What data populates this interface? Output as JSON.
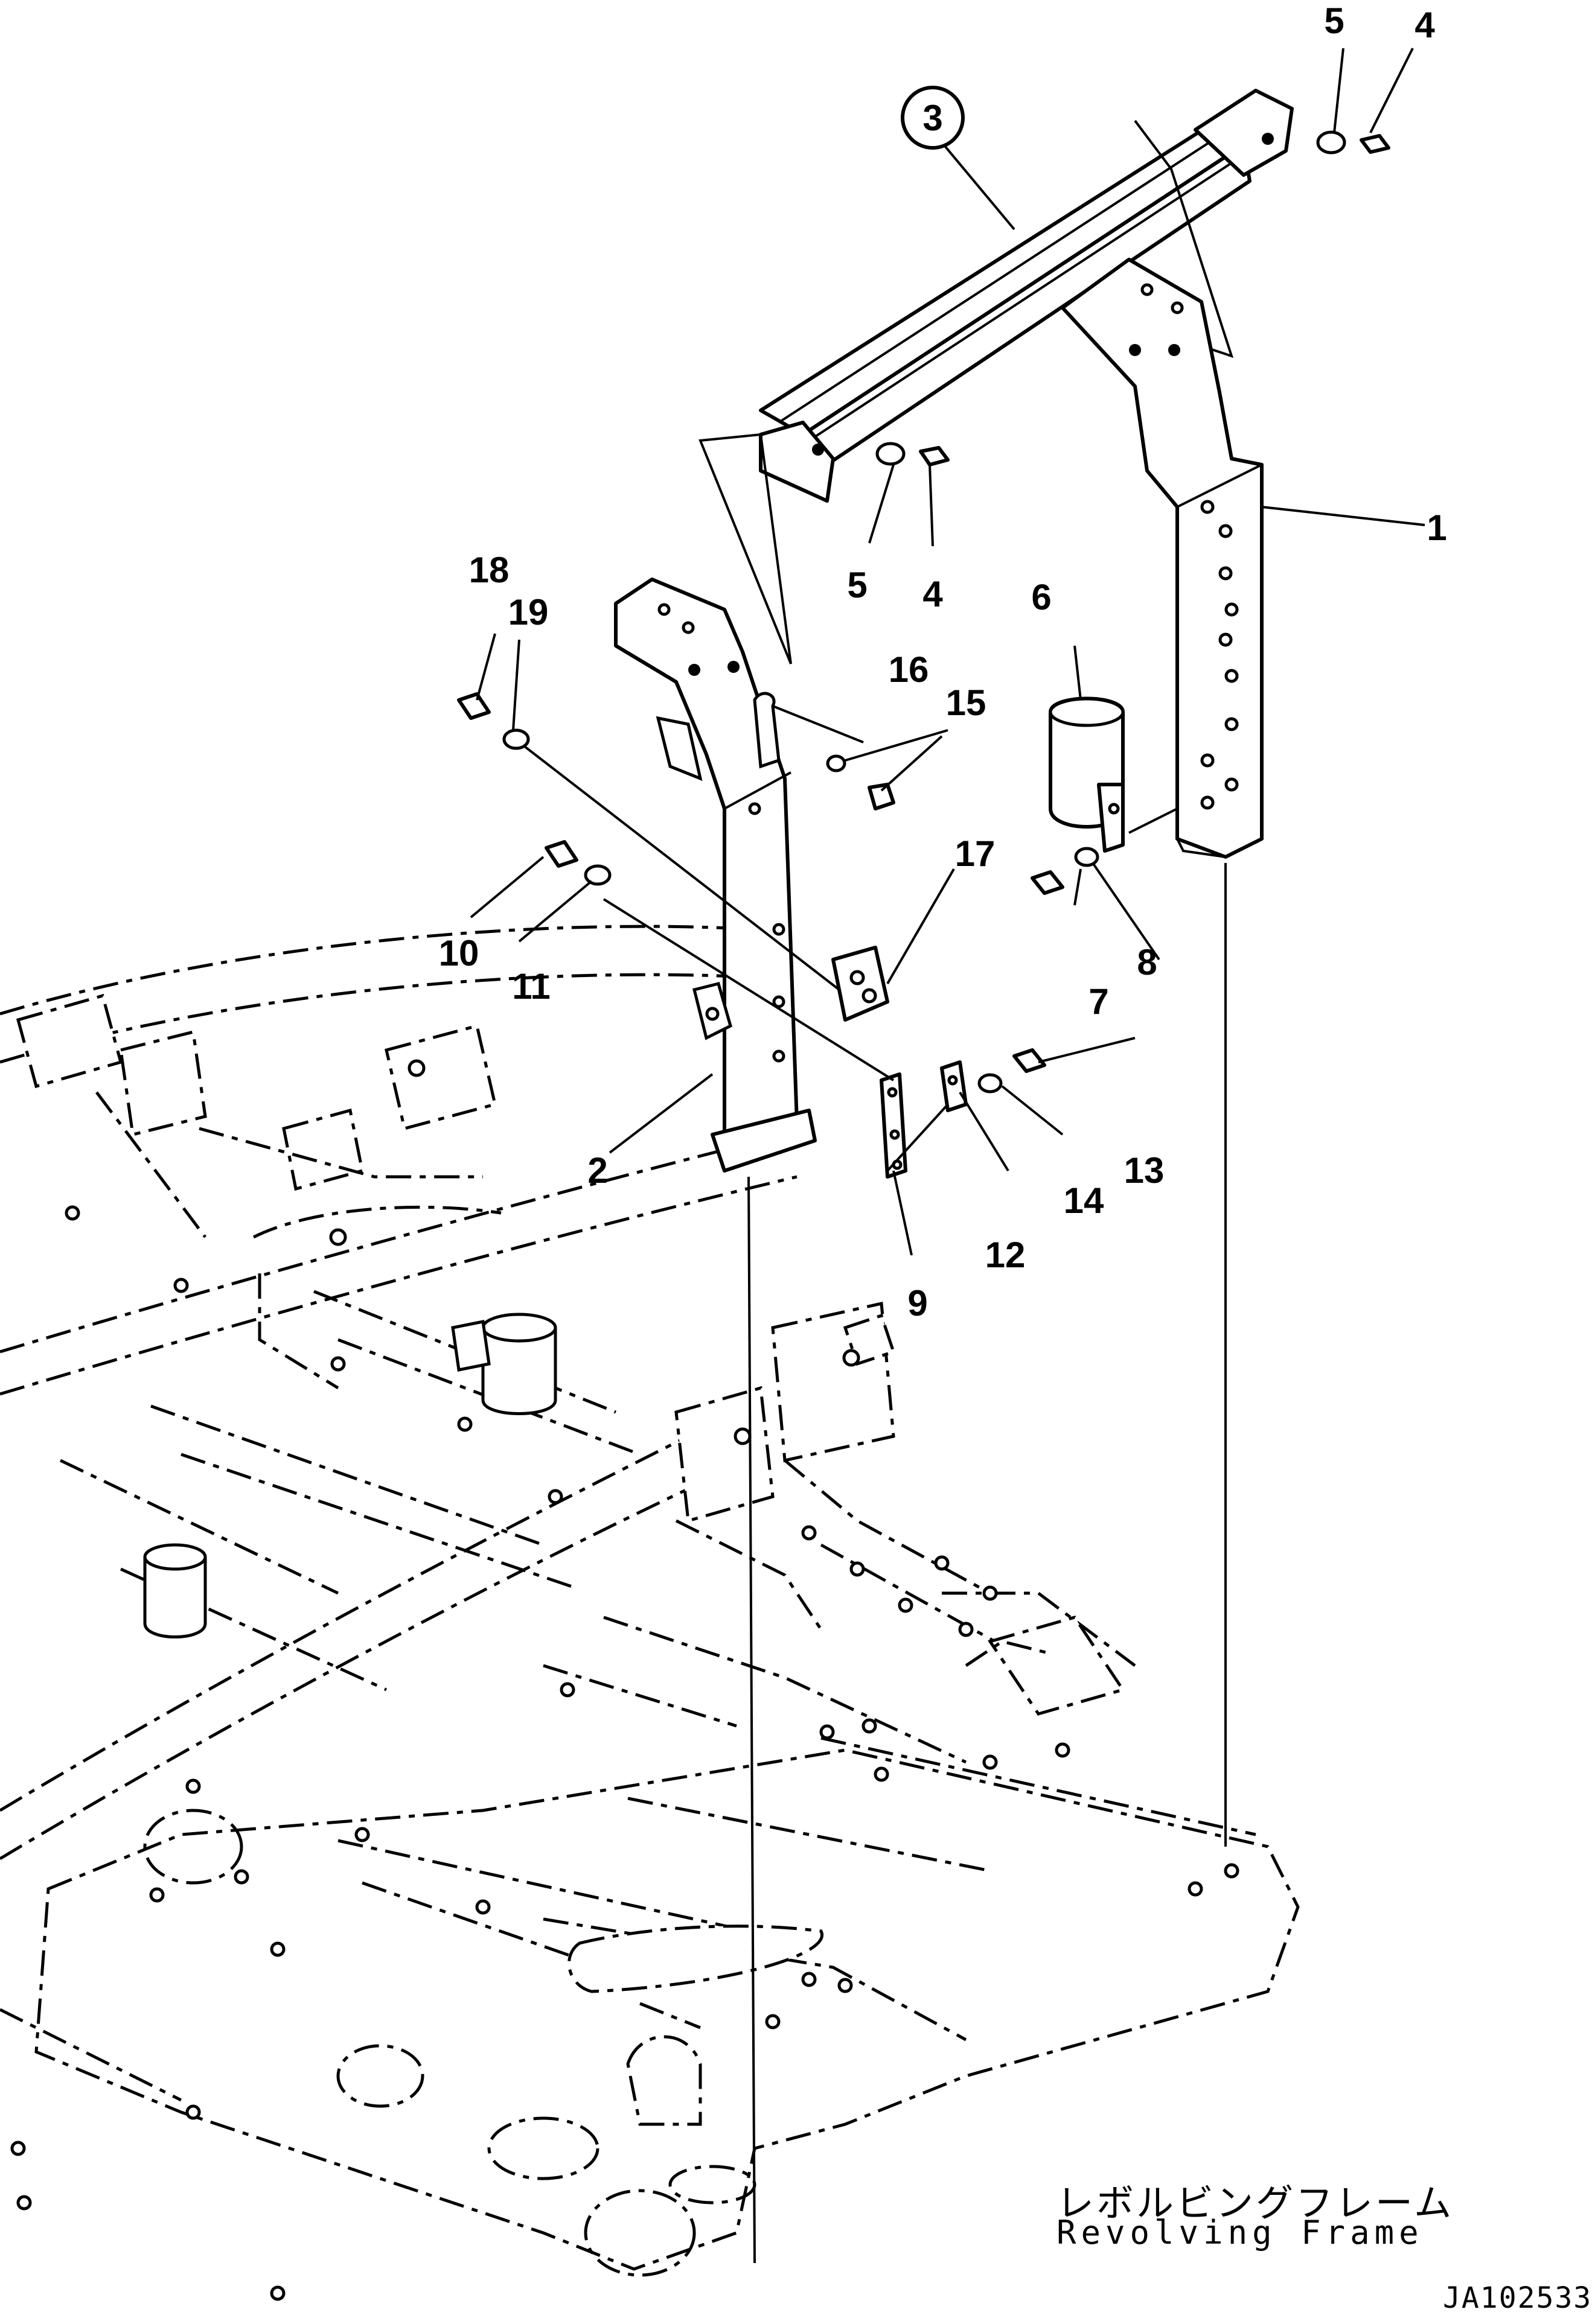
{
  "diagram": {
    "part_numbers": [
      "1",
      "2",
      "3",
      "4",
      "5",
      "6",
      "7",
      "8",
      "9",
      "10",
      "11",
      "12",
      "13",
      "14",
      "15",
      "16",
      "17",
      "18",
      "19"
    ],
    "labels": {
      "p1": "1",
      "p2": "2",
      "p3": "3",
      "p4a": "4",
      "p4b": "4",
      "p5a": "5",
      "p5b": "5",
      "p6": "6",
      "p7": "7",
      "p8": "8",
      "p9": "9",
      "p10": "10",
      "p11": "11",
      "p12": "12",
      "p13": "13",
      "p14": "14",
      "p15": "15",
      "p16": "16",
      "p17": "17",
      "p18": "18",
      "p19": "19"
    },
    "circled_part": "3",
    "frame_caption_jp": "レボルビングフレーム",
    "frame_caption_en": "Revolving Frame",
    "drawing_id": "JA102533"
  }
}
